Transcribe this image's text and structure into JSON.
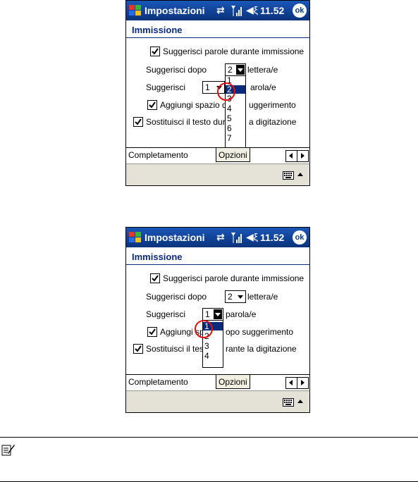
{
  "screens": [
    {
      "title": "Impostazioni",
      "time": "11.52",
      "ok_label": "ok",
      "section_title": "Immissione",
      "suggest_words_label": "Suggerisci parole durante immissione",
      "suggest_after_label": "Suggerisci dopo",
      "suggest_after_value": "2",
      "letters_label": "lettera/e",
      "suggest_label": "Suggerisci",
      "suggest_value": "1",
      "words_label": "arola/e",
      "add_space_label": "Aggiungi spazio d",
      "add_space_tail": "uggerimento",
      "replace_label": "Sostituisci il testo dur",
      "replace_tail": "a digitazione",
      "dropdown_items": [
        "1",
        "2",
        "3",
        "4",
        "5",
        "6",
        "7"
      ],
      "dropdown_selected": "2",
      "tab_active": "Completamento parola",
      "tab_inactive": "Opzioni"
    },
    {
      "title": "Impostazioni",
      "time": "11.52",
      "ok_label": "ok",
      "section_title": "Immissione",
      "suggest_words_label": "Suggerisci parole durante immissione",
      "suggest_after_label": "Suggerisci dopo",
      "suggest_after_value": "2",
      "letters_label": "lettera/e",
      "suggest_label": "Suggerisci",
      "suggest_value": "1",
      "words_label": "parola/e",
      "add_space_label": "Aggiungi sp",
      "add_space_tail": "opo suggerimento",
      "replace_label": "Sostituisci il tes",
      "replace_tail": "rante la digitazione",
      "dropdown_items": [
        "1",
        "2",
        "3",
        "4"
      ],
      "dropdown_selected": "1",
      "tab_active": "Completamento parola",
      "tab_inactive": "Opzioni"
    }
  ],
  "colors": {
    "titlebar": "#0a3a8c",
    "selection": "#0a2a7c",
    "callout": "#e01010",
    "menubar": "#e4e2d6"
  }
}
